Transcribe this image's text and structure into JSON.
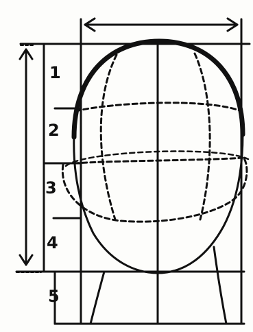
{
  "diagram": {
    "section_labels": [
      "1",
      "2",
      "3",
      "4",
      "5"
    ],
    "colors": {
      "ink": "#111111",
      "paper": "#fdfdfb"
    }
  }
}
